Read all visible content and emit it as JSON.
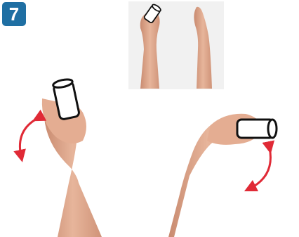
{
  "step": {
    "number": "7"
  },
  "colors": {
    "badge": "#1f6fa3",
    "skin": "#e2aa8f",
    "skin_shadow": "#c98b70",
    "arrow": "#e02a36",
    "cylinder_fill": "#ffffff",
    "cylinder_stroke": "#111111"
  },
  "figures": [
    {
      "name": "reference-hand-holding-cylinder",
      "icon": "wrist-hand-cylinder-icon"
    },
    {
      "name": "reference-hand-side-view",
      "icon": "wrist-side-view-icon"
    },
    {
      "name": "wrist-flexion-demo",
      "icon": "rotate-arrow-icon"
    },
    {
      "name": "wrist-extension-demo",
      "icon": "rotate-arrow-icon"
    }
  ]
}
